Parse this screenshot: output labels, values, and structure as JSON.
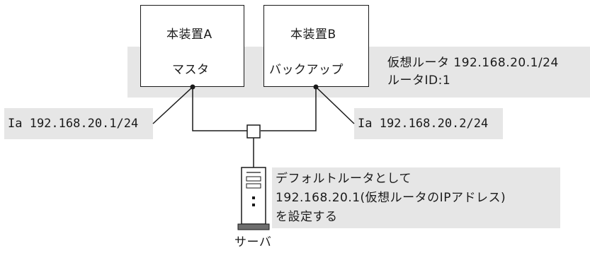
{
  "device_a": {
    "name": "本装置A",
    "role": "マスタ"
  },
  "device_b": {
    "name": "本装置B",
    "role": "バックアップ"
  },
  "virtual_router": {
    "line1": "仮想ルータ 192.168.20.1/24",
    "line2": "ルータID:1"
  },
  "ip_a": "Ia 192.168.20.1/24",
  "ip_b": "Ia 192.168.20.2/24",
  "server_note": {
    "line1": "デフォルトルータとして",
    "line2": "192.168.20.1(仮想ルータのIPアドレス)",
    "line3": "を設定する"
  },
  "server_label": "サーバ",
  "colors": {
    "panel": "#e6e6e6",
    "line": "#1a1a1a"
  }
}
